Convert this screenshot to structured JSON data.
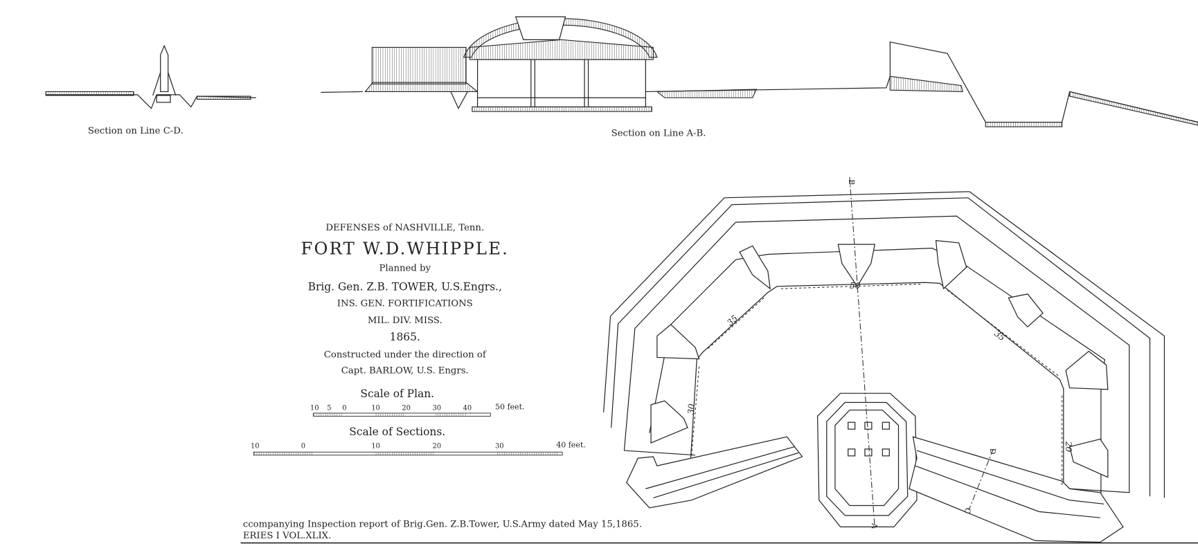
{
  "sections": {
    "cd_label": "Section on Line C-D.",
    "ab_label": "Section on Line A-B."
  },
  "title_block": {
    "line1": "DEFENSES of NASHVILLE, Tenn.",
    "title": "FORT W.D.WHIPPLE.",
    "planned_by": "Planned by",
    "planner": "Brig. Gen. Z.B. TOWER, U.S.Engrs.,",
    "office": "INS. GEN. FORTIFICATIONS",
    "division": "MIL. DIV. MISS.",
    "year": "1865.",
    "constructed": "Constructed under the direction of",
    "constructor": "Capt. BARLOW, U.S. Engrs."
  },
  "scale_plan": {
    "title": "Scale of Plan.",
    "ticks": [
      "10",
      "5",
      "0",
      "10",
      "20",
      "30",
      "40",
      "50 feet."
    ]
  },
  "scale_sections": {
    "title": "Scale of Sections.",
    "ticks": [
      "10",
      "0",
      "10",
      "20",
      "30",
      "40 feet."
    ]
  },
  "plan": {
    "dimensions": [
      "50",
      "35",
      "35",
      "30",
      "20"
    ],
    "line_letters": {
      "a": "A",
      "b": "B",
      "c": "C",
      "d": "D"
    }
  },
  "footer": {
    "line1": "ccompanying  Inspection report of Brig.Gen. Z.B.Tower, U.S.Army dated May 15,1865.",
    "line2": "ERIES I VOL.XLIX."
  }
}
